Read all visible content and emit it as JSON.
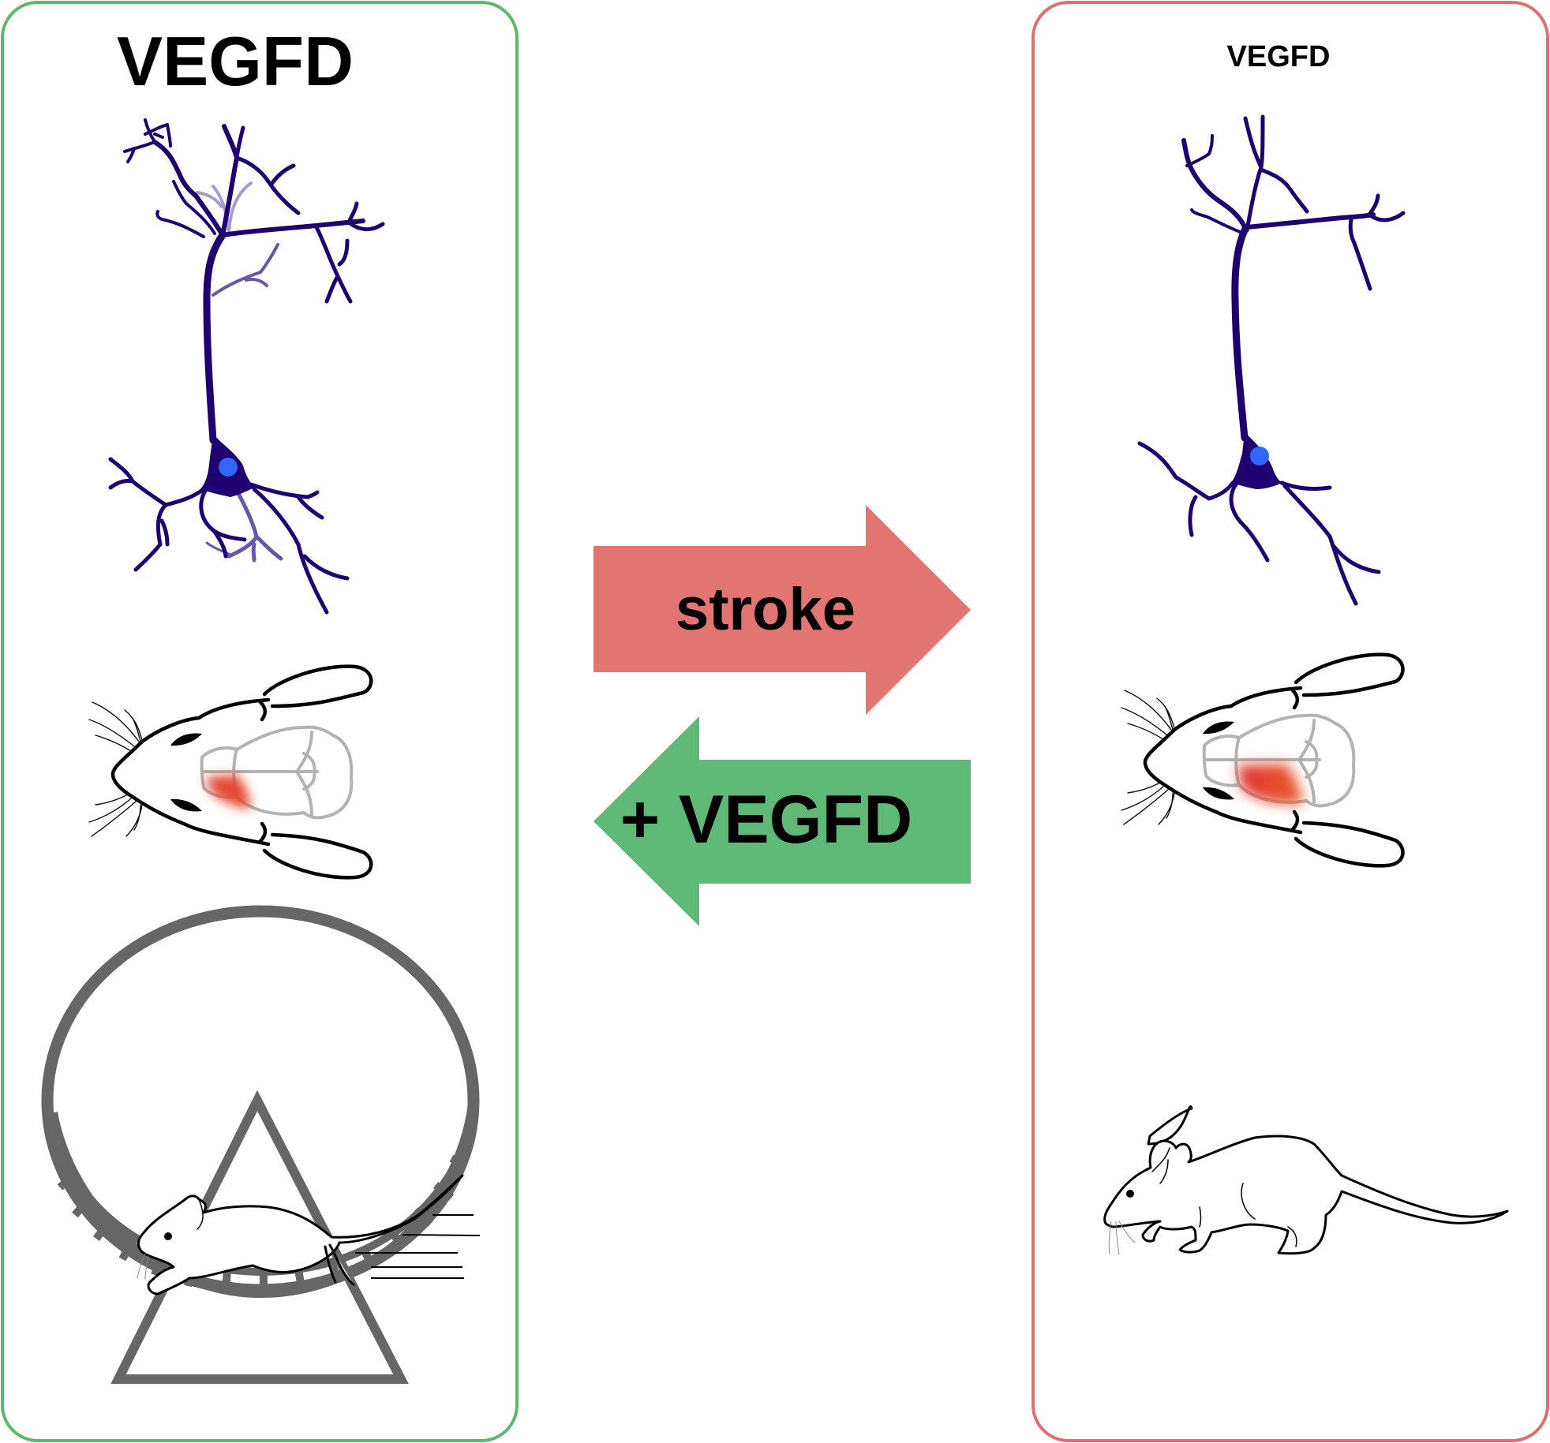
{
  "figure": {
    "left_panel": {
      "title": "VEGFD",
      "state": "healthy",
      "border_color": "#5cb870",
      "elements": [
        "neuron",
        "mouse-head-with-brain",
        "mouse-running-wheel"
      ]
    },
    "right_panel": {
      "title": "VEGFD",
      "state": "post-stroke",
      "border_color": "#e07070",
      "elements": [
        "neuron",
        "mouse-head-with-brain",
        "mouse"
      ]
    },
    "arrows": {
      "forward": {
        "label": "stroke",
        "color": "#e27572",
        "direction": "right"
      },
      "backward": {
        "label": "+ VEGFD",
        "color": "#5eb976",
        "direction": "left"
      }
    },
    "colors": {
      "neuron": "#1e0070",
      "nucleus": "#3366ff",
      "lesion": "#e34a33",
      "brain_outline": "#b3b3b3",
      "wheel": "#666666"
    }
  }
}
